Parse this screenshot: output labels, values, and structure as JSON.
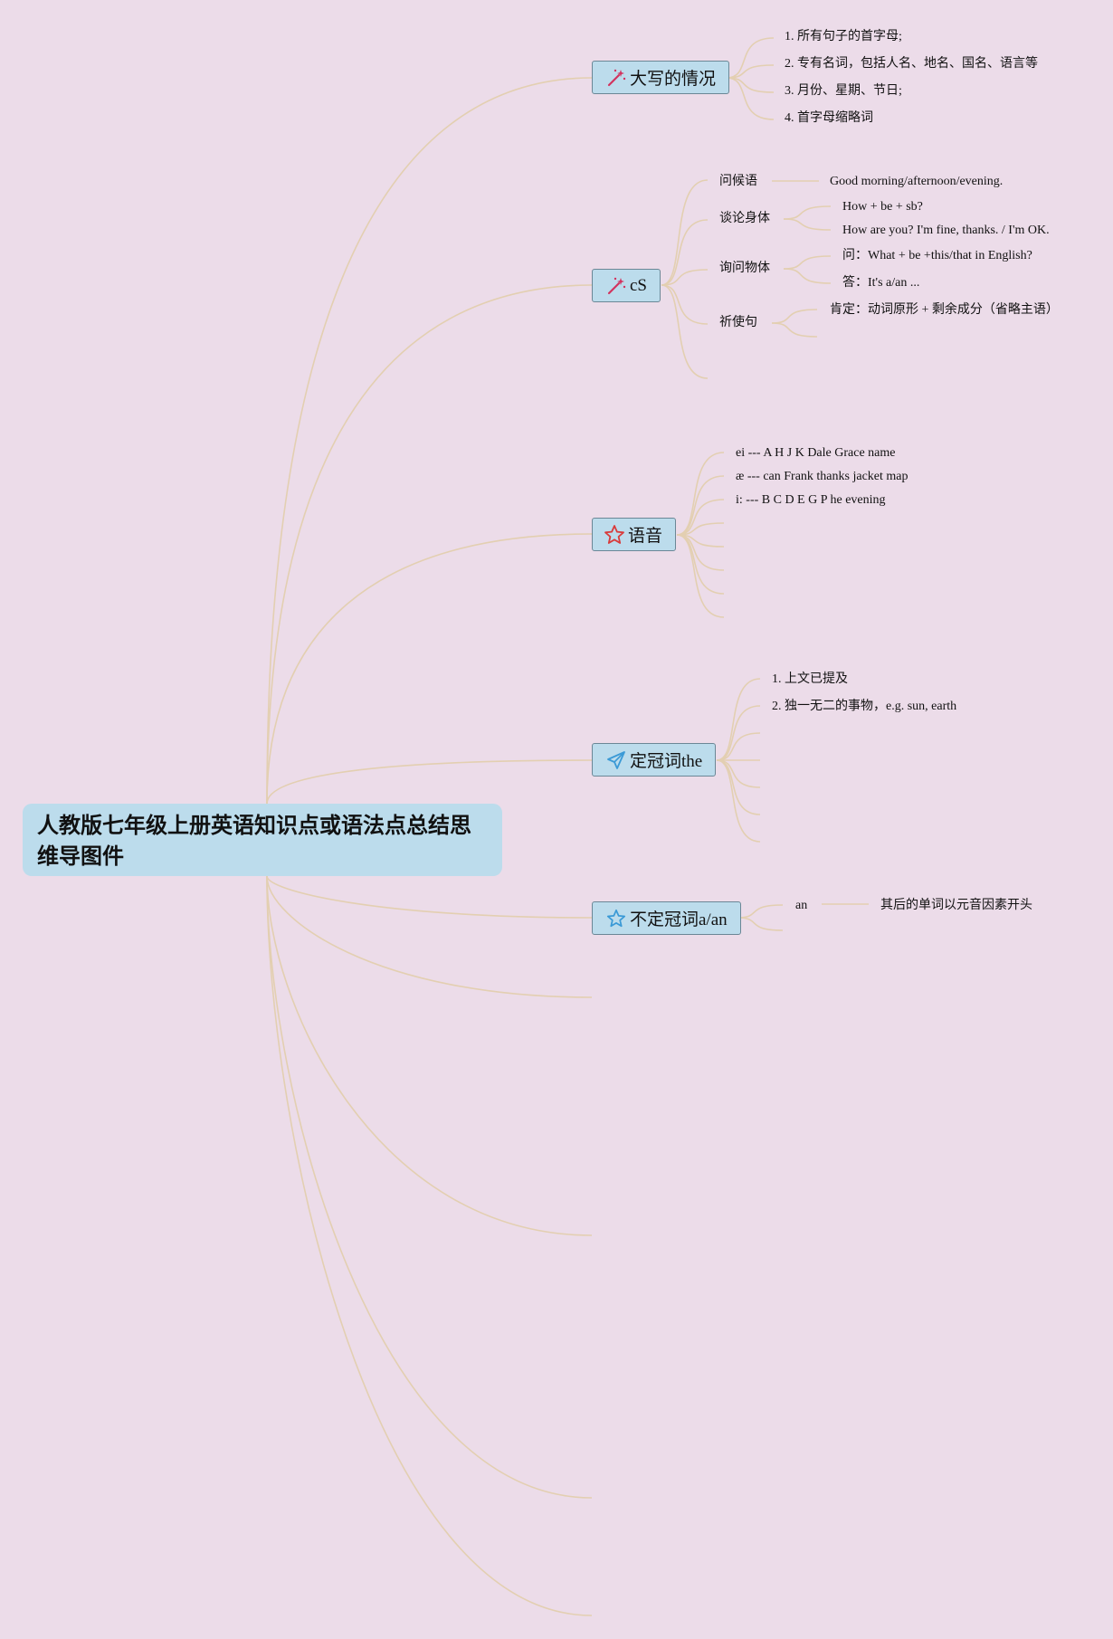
{
  "root": {
    "title_line1": "人教版七年级上册英语知识点或语法点总结思",
    "title_line2": "维导图件"
  },
  "branches": [
    {
      "label": "大写的情况",
      "icon": "magic-wand-icon",
      "items": [
        "1. 所有句子的首字母;",
        "2. 专有名词，包括人名、地名、国名、语言等",
        "3. 月份、星期、节日;",
        "4. 首字母缩略词"
      ]
    },
    {
      "label": "cS",
      "icon": "magic-wand-icon",
      "groups": [
        {
          "label": "问候语",
          "items": [
            "Good morning/afternoon/evening."
          ]
        },
        {
          "label": "谈论身体",
          "items": [
            "How + be + sb?",
            "How are you? I'm fine, thanks. / I'm OK."
          ]
        },
        {
          "label": "询问物体",
          "items": [
            "问：What + be +this/that in English?",
            "答：It's a/an ..."
          ]
        },
        {
          "label": "祈使句",
          "items": [
            "肯定：动词原形 + 剩余成分（省略主语）"
          ]
        }
      ]
    },
    {
      "label": "语音",
      "icon": "star-outline-icon",
      "items": [
        "ei --- A H J K Dale Grace name",
        "æ --- can Frank thanks jacket map",
        "i: --- B C D E G P he evening"
      ]
    },
    {
      "label": "定冠词the",
      "icon": "paper-plane-icon",
      "items": [
        "1. 上文已提及",
        "2. 独一无二的事物，e.g. sun, earth"
      ]
    },
    {
      "label": "不定冠词a/an",
      "icon": "star-outline-icon",
      "groups": [
        {
          "label": "an",
          "items": [
            "其后的单词以元音因素开头"
          ]
        }
      ]
    }
  ],
  "colors": {
    "background": "#ecdce9",
    "node_fill": "#bcdcec",
    "node_border": "#6b8796",
    "connector": "#e3cfb1",
    "wand_icon": "#d2335e",
    "star_red": "#d93b3b",
    "icon_blue": "#3b9ad6"
  }
}
